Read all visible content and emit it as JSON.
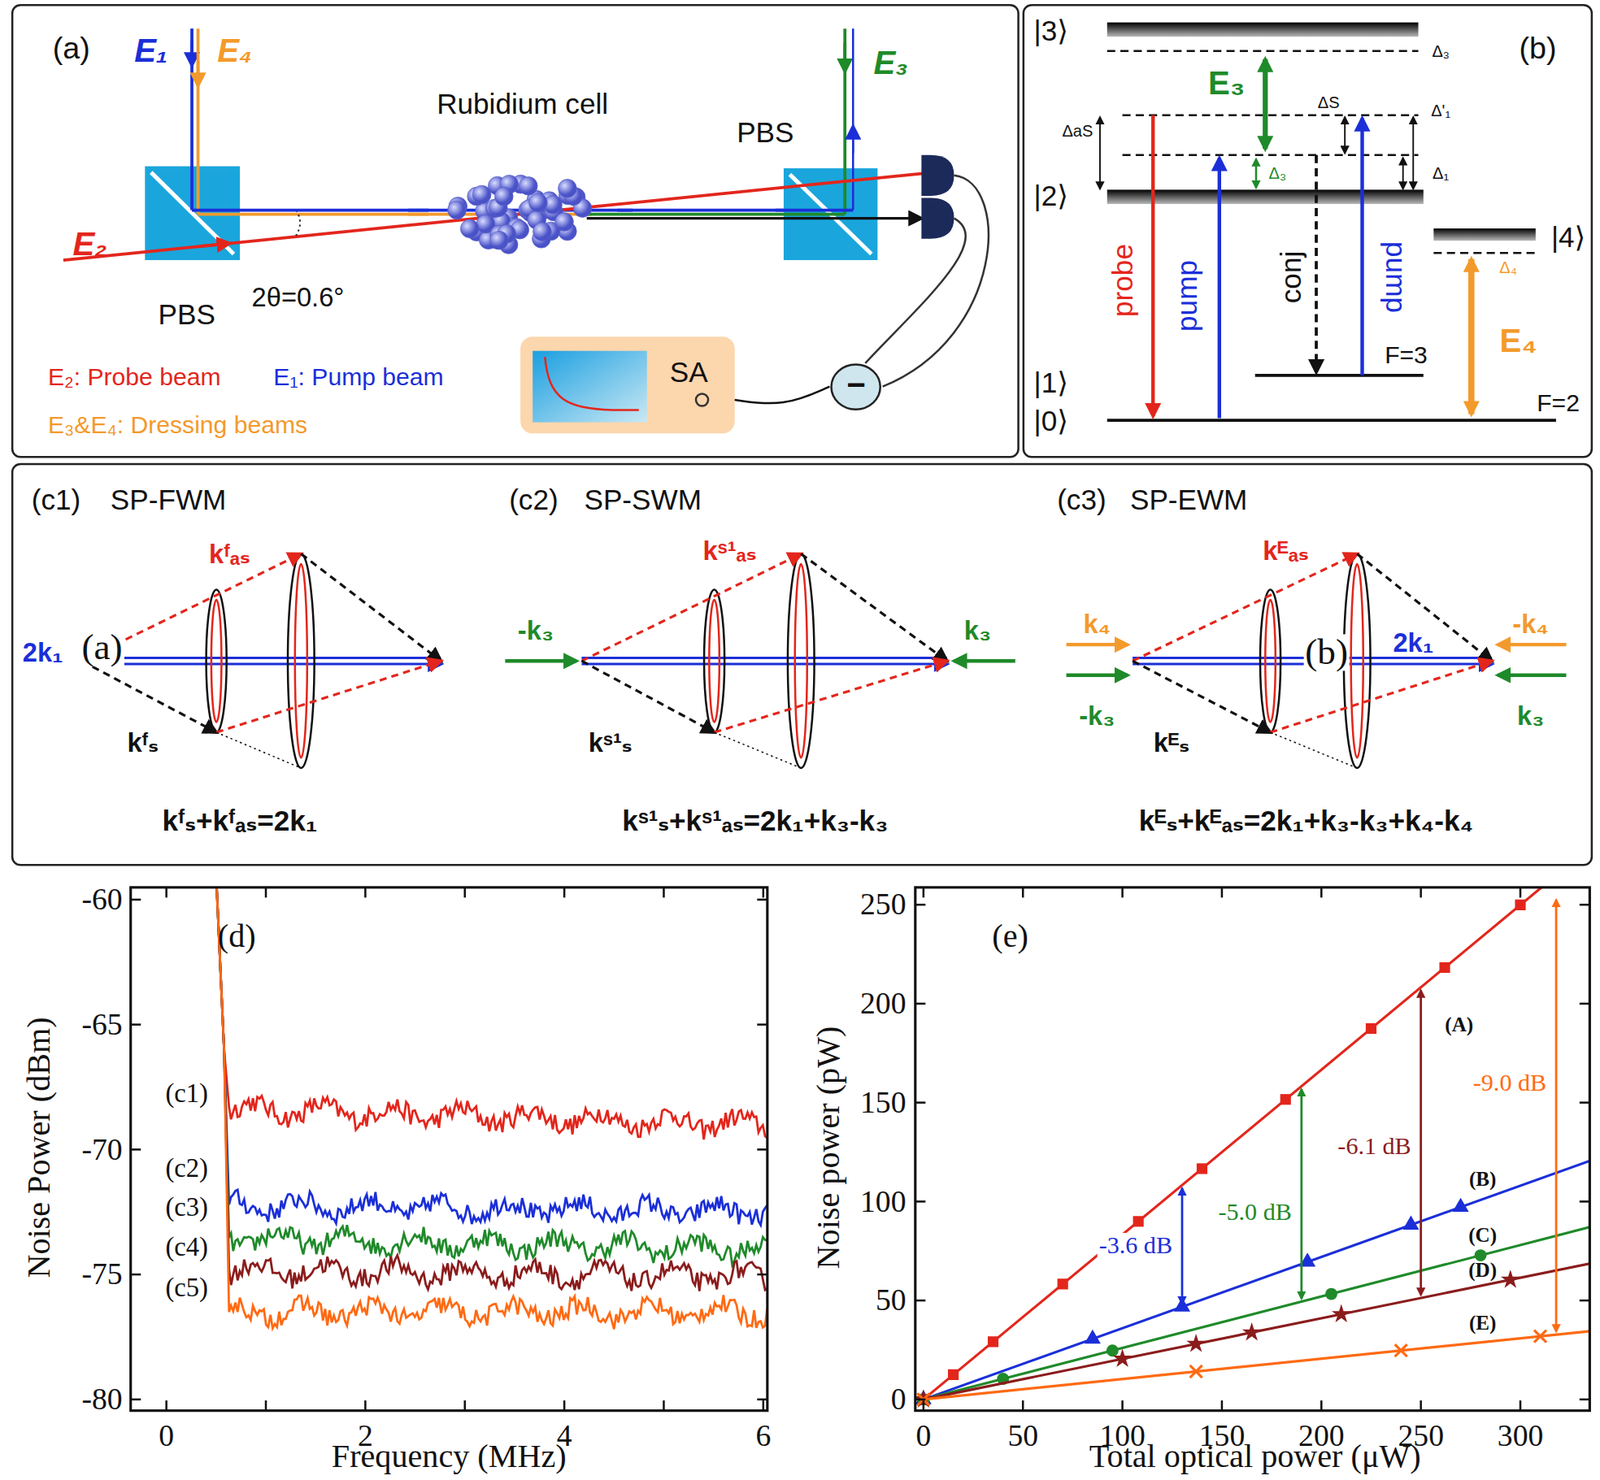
{
  "diagram": {
    "nodes": [
      {
        "text": [
          "PBS"
        ]
      },
      {
        "text": [
          "Rubidium cell"
        ]
      },
      {
        "text": [
          "PBS"
        ]
      },
      {
        "text": [
          "−"
        ]
      },
      {
        "text": [
          "SA"
        ]
      }
    ],
    "edges": [
      {
        "from": 0,
        "to": 1,
        "arrow": "none"
      },
      {
        "from": 1,
        "to": 2,
        "arrow": "none"
      },
      {
        "from": 3,
        "to": 4,
        "arrow": "none"
      }
    ],
    "labels": [
      "(a)",
      "E₁",
      "E₄",
      "E₃",
      "E₂",
      "2θ=0.6°",
      "E₂: Probe beam",
      "E₁: Pump beam",
      "E₃&E₄: Dressing beams",
      "(b)",
      "|3⟩",
      "|2⟩",
      "|1⟩",
      "|0⟩",
      "|4⟩",
      "Δ₃",
      "E₃",
      "ΔaS",
      "ΔS",
      "Δ'₁",
      "Δ₃",
      "Δ₁",
      "probe",
      "pump",
      "conj",
      "pump",
      "F=3",
      "E₄",
      "Δ₄",
      "F=2",
      "(c1)",
      "SP-FWM",
      "2k₁",
      "(a)",
      "kᶠₐₛ",
      "kᶠₛ",
      "kᶠₛ+kᶠₐₛ=2k₁",
      "(c2)",
      "SP-SWM",
      "-k₃",
      "k₃",
      "kˢ¹ₐₛ",
      "kˢ¹ₛ",
      "kˢ¹ₛ+kˢ¹ₐₛ=2k₁+k₃-k₃",
      "(c3)",
      "SP-EWM",
      "k₄",
      "-k₃",
      "kᴱₐₛ",
      "kᴱₛ",
      "2k₁",
      "(b)",
      "-k₄",
      "k₃",
      "kᴱₛ+kᴱₐₛ=2k₁+k₃-k₃+k₄-k₄",
      "(d)",
      "-60",
      "-65",
      "-70",
      "-75",
      "-80",
      "0",
      "2",
      "4",
      "6",
      "Frequency (MHz)",
      "Noise Power (dBm)",
      "(c1)",
      "(c2)",
      "(c3)",
      "(c4)",
      "(c5)",
      "(e)",
      "0",
      "50",
      "100",
      "150",
      "200",
      "250",
      "0",
      "50",
      "100",
      "150",
      "200",
      "250",
      "300",
      "Total optical power (μW)",
      "Noise power (pW)",
      "(A)",
      "(B)",
      "(C)",
      "(D)",
      "(E)",
      "-3.6 dB",
      "-5.0 dB",
      "-6.1 dB",
      "-9.0 dB"
    ]
  }
}
